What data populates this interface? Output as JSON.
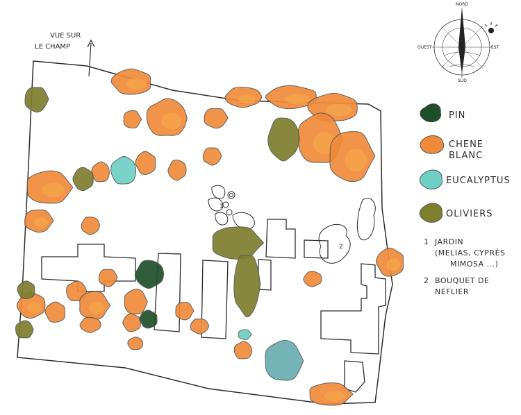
{
  "view_note": [
    "VUE SUR",
    "LE CHAMP"
  ],
  "compass": {
    "north": "NORD",
    "south": "SUD",
    "east": "EST",
    "west": "OUEST"
  },
  "legend": [
    {
      "label_lines": [
        "PIN"
      ],
      "color": "#1f4f2a"
    },
    {
      "label_lines": [
        "CHENE",
        "BLANC"
      ],
      "color": "#f08a3a"
    },
    {
      "label_lines": [
        "EUCALYPTUS"
      ],
      "color": "#6ed0c4"
    },
    {
      "label_lines": [
        "OLIVIERS"
      ],
      "color": "#7d7e2e"
    }
  ],
  "notes": [
    {
      "number": "1",
      "lines": [
        "JARDIN",
        "(MELIAS, CYPRÈS",
        "MIMOSA ...)"
      ]
    },
    {
      "number": "2",
      "lines": [
        "BOUQUET DE",
        "NEFLIER"
      ]
    }
  ],
  "map_labels": {
    "garden_marker": "1",
    "loquat_marker": "2"
  },
  "colors": {
    "oak": "#f08a3a",
    "oak_light": "#f6a64c",
    "pine": "#1f4f2a",
    "eucalyptus": "#6ed0c4",
    "eucalyptus_dark": "#6aaeb0",
    "olive": "#7d7e2e",
    "ink": "#2b2b2b"
  }
}
